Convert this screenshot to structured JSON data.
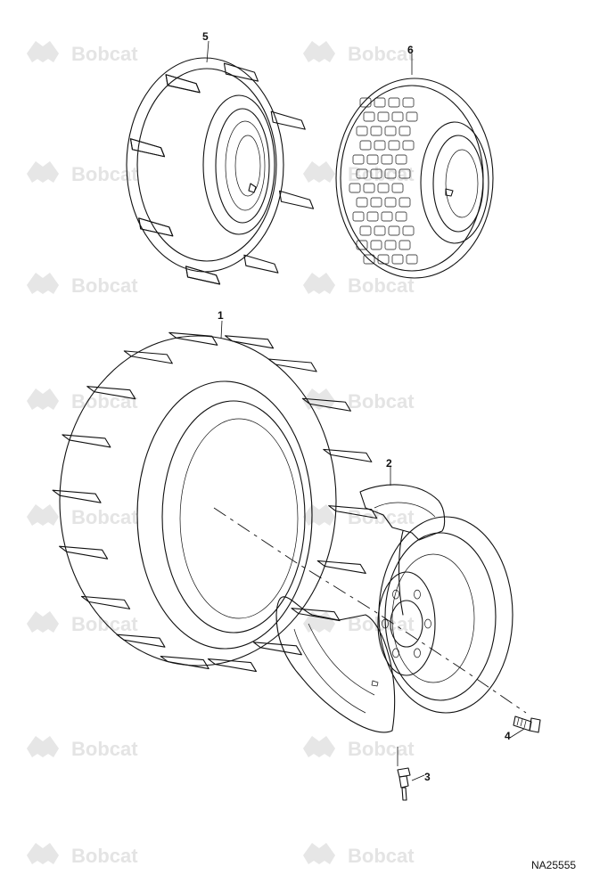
{
  "watermark": {
    "brand": "Bobcat"
  },
  "callouts": [
    {
      "id": "5",
      "label": "5"
    },
    {
      "id": "6",
      "label": "6"
    },
    {
      "id": "1",
      "label": "1"
    },
    {
      "id": "2",
      "label": "2"
    },
    {
      "id": "3",
      "label": "3"
    },
    {
      "id": "4",
      "label": "4"
    }
  ],
  "figure_id": "NA25555",
  "icons": {
    "watermark": "bobcat-logo-icon",
    "valve": "valve-stem-icon",
    "bolt": "wheel-bolt-icon"
  }
}
